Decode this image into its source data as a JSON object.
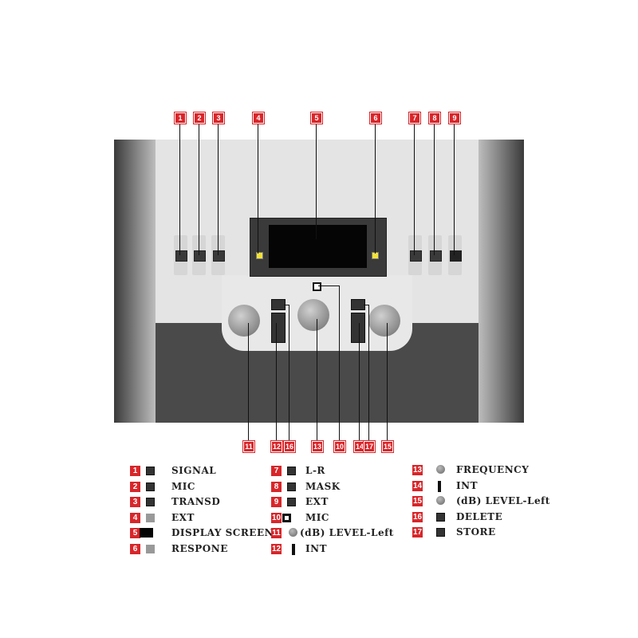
{
  "top_callouts": [
    "1",
    "2",
    "3",
    "4",
    "5",
    "6",
    "7",
    "8",
    "9"
  ],
  "bottom_callouts": [
    "11",
    "12",
    "16",
    "13",
    "10",
    "14",
    "17",
    "15"
  ],
  "legend": [
    {
      "num": "1",
      "icon": "dark-button-icon",
      "label": "SIGNAL"
    },
    {
      "num": "2",
      "icon": "dark-button-icon",
      "label": "MIC"
    },
    {
      "num": "3",
      "icon": "dark-button-icon",
      "label": "TRANSD"
    },
    {
      "num": "4",
      "icon": "gray-led-icon",
      "label": "EXT"
    },
    {
      "num": "5",
      "icon": "display-screen-icon",
      "label": "DISPLAY SCREEN"
    },
    {
      "num": "6",
      "icon": "gray-led-icon",
      "label": "RESPONE"
    },
    {
      "num": "7",
      "icon": "dark-button-icon",
      "label": "L-R"
    },
    {
      "num": "8",
      "icon": "dark-button-icon",
      "label": "MASK"
    },
    {
      "num": "9",
      "icon": "dark-button-icon",
      "label": "EXT"
    },
    {
      "num": "10",
      "icon": "mic-jack-icon",
      "label": "MIC"
    },
    {
      "num": "11",
      "icon": "knob-icon",
      "label": "(dB) LEVEL-Left"
    },
    {
      "num": "12",
      "icon": "slider-icon",
      "label": "INT"
    },
    {
      "num": "13",
      "icon": "knob-icon",
      "label": "FREQUENCY"
    },
    {
      "num": "14",
      "icon": "slider-icon",
      "label": "INT"
    },
    {
      "num": "15",
      "icon": "knob-icon",
      "label": "(dB) LEVEL-Left"
    },
    {
      "num": "16",
      "icon": "dark-button-icon",
      "label": "DELETE"
    },
    {
      "num": "17",
      "icon": "dark-button-icon",
      "label": "STORE"
    }
  ],
  "colors": {
    "callout": "#d8262a",
    "led": "#f3e23a",
    "panel": "#e3e3e3",
    "base": "#4a4a4a"
  }
}
